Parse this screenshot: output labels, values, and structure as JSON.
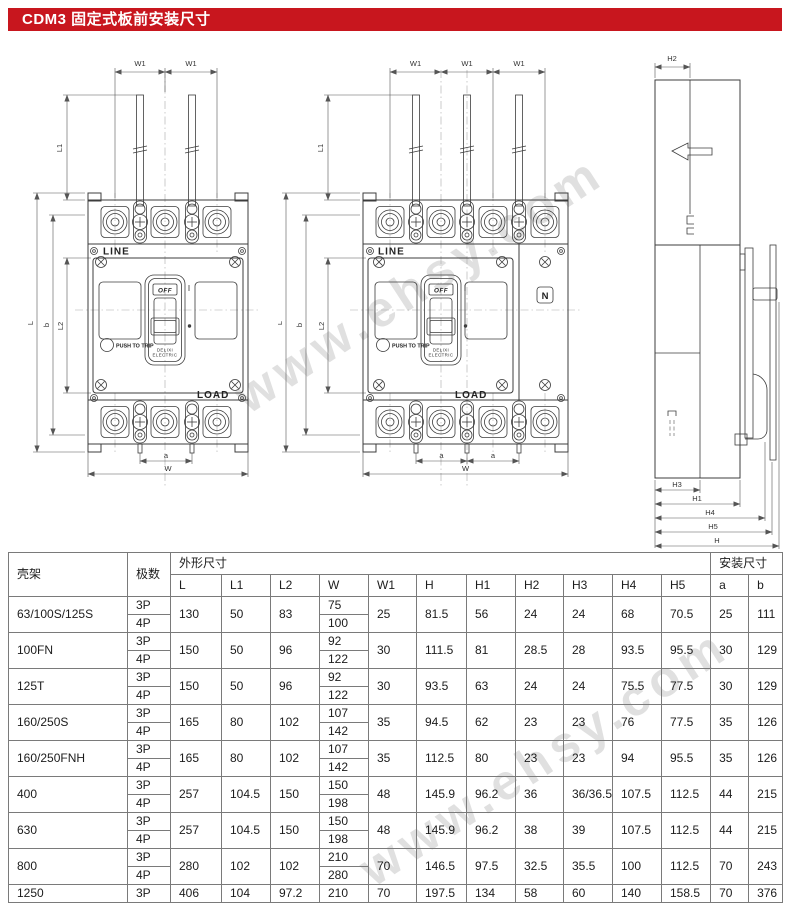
{
  "page_title": "CDM3 固定式板前安装尺寸",
  "header": {
    "bg": "#c8161e",
    "text_color": "#ffffff"
  },
  "watermark": {
    "text": "www.ehsy.com"
  },
  "drawings": {
    "labels": {
      "W1": "W1",
      "L1": "L1",
      "L": "L",
      "b": "b",
      "L2": "L2",
      "a": "a",
      "W": "W",
      "H": "H",
      "H1": "H1",
      "H2": "H2",
      "H3": "H3",
      "H4": "H4",
      "H5": "H5",
      "line": "LINE",
      "load": "LOAD",
      "off": "OFF",
      "push_to_trip": "PUSH TO TRIP",
      "neutral": "N",
      "brand_top": "DELIXI",
      "brand_bottom": "ELECTRIC"
    }
  },
  "table": {
    "group_headers": {
      "frame": "壳架",
      "poles": "极数",
      "outline": "外形尺寸",
      "install": "安装尺寸"
    },
    "dim_headers": [
      "L",
      "L1",
      "L2",
      "W",
      "W1",
      "H",
      "H1",
      "H2",
      "H3",
      "H4",
      "H5"
    ],
    "install_headers": [
      "a",
      "b"
    ],
    "rows": [
      {
        "frame": "63/100S/125S",
        "poles": [
          "3P",
          "4P"
        ],
        "L": "130",
        "L1": "50",
        "L2": "83",
        "W": [
          "75",
          "100"
        ],
        "W1": "25",
        "H": "81.5",
        "H1": "56",
        "H2": "24",
        "H3": "24",
        "H4": "68",
        "H5": "70.5",
        "a": "25",
        "b": "111"
      },
      {
        "frame": "100FN",
        "poles": [
          "3P",
          "4P"
        ],
        "L": "150",
        "L1": "50",
        "L2": "96",
        "W": [
          "92",
          "122"
        ],
        "W1": "30",
        "H": "111.5",
        "H1": "81",
        "H2": "28.5",
        "H3": "28",
        "H4": "93.5",
        "H5": "95.5",
        "a": "30",
        "b": "129"
      },
      {
        "frame": "125T",
        "poles": [
          "3P",
          "4P"
        ],
        "L": "150",
        "L1": "50",
        "L2": "96",
        "W": [
          "92",
          "122"
        ],
        "W1": "30",
        "H": "93.5",
        "H1": "63",
        "H2": "24",
        "H3": "24",
        "H4": "75.5",
        "H5": "77.5",
        "a": "30",
        "b": "129"
      },
      {
        "frame": "160/250S",
        "poles": [
          "3P",
          "4P"
        ],
        "L": "165",
        "L1": "80",
        "L2": "102",
        "W": [
          "107",
          "142"
        ],
        "W1": "35",
        "H": "94.5",
        "H1": "62",
        "H2": "23",
        "H3": "23",
        "H4": "76",
        "H5": "77.5",
        "a": "35",
        "b": "126"
      },
      {
        "frame": "160/250FNH",
        "poles": [
          "3P",
          "4P"
        ],
        "L": "165",
        "L1": "80",
        "L2": "102",
        "W": [
          "107",
          "142"
        ],
        "W1": "35",
        "H": "112.5",
        "H1": "80",
        "H2": "23",
        "H3": "23",
        "H4": "94",
        "H5": "95.5",
        "a": "35",
        "b": "126"
      },
      {
        "frame": "400",
        "poles": [
          "3P",
          "4P"
        ],
        "L": "257",
        "L1": "104.5",
        "L2": "150",
        "W": [
          "150",
          "198"
        ],
        "W1": "48",
        "H": "145.9",
        "H1": "96.2",
        "H2": "36",
        "H3": "36/36.5",
        "H4": "107.5",
        "H5": "112.5",
        "a": "44",
        "b": "215"
      },
      {
        "frame": "630",
        "poles": [
          "3P",
          "4P"
        ],
        "L": "257",
        "L1": "104.5",
        "L2": "150",
        "W": [
          "150",
          "198"
        ],
        "W1": "48",
        "H": "145.9",
        "H1": "96.2",
        "H2": "38",
        "H3": "39",
        "H4": "107.5",
        "H5": "112.5",
        "a": "44",
        "b": "215"
      },
      {
        "frame": "800",
        "poles": [
          "3P",
          "4P"
        ],
        "L": "280",
        "L1": "102",
        "L2": "102",
        "W": [
          "210",
          "280"
        ],
        "W1": "70",
        "H": "146.5",
        "H1": "97.5",
        "H2": "32.5",
        "H3": "35.5",
        "H4": "100",
        "H5": "112.5",
        "a": "70",
        "b": "243"
      },
      {
        "frame": "1250",
        "poles": [
          "3P"
        ],
        "L": "406",
        "L1": "104",
        "L2": "97.2",
        "W": [
          "210"
        ],
        "W1": "70",
        "H": "197.5",
        "H1": "134",
        "H2": "58",
        "H3": "60",
        "H4": "140",
        "H5": "158.5",
        "a": "70",
        "b": "376"
      }
    ]
  }
}
